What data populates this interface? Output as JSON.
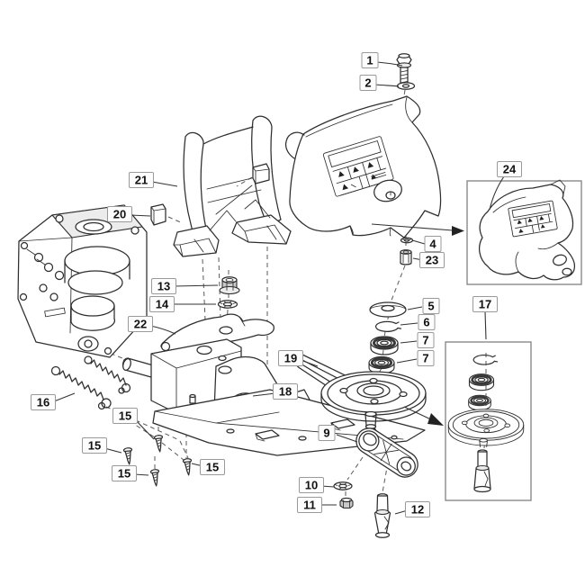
{
  "figure": {
    "kind": "exploded-parts-diagram",
    "background_color": "#ffffff",
    "line_color": "#2e2e2e",
    "callout_box_fill": "#fdfdfd",
    "callout_box_border": "#9a9a9a"
  },
  "callouts": {
    "c1": "1",
    "c2": "2",
    "c4": "4",
    "c5": "5",
    "c6": "6",
    "c7a": "7",
    "c7b": "7",
    "c9": "9",
    "c10": "10",
    "c11": "11",
    "c12": "12",
    "c13": "13",
    "c14": "14",
    "c15a": "15",
    "c15b": "15",
    "c15c": "15",
    "c15d": "15",
    "c16": "16",
    "c17": "17",
    "c18": "18",
    "c19": "19",
    "c20": "20",
    "c21": "21",
    "c22": "22",
    "c23": "23",
    "c24": "24"
  }
}
